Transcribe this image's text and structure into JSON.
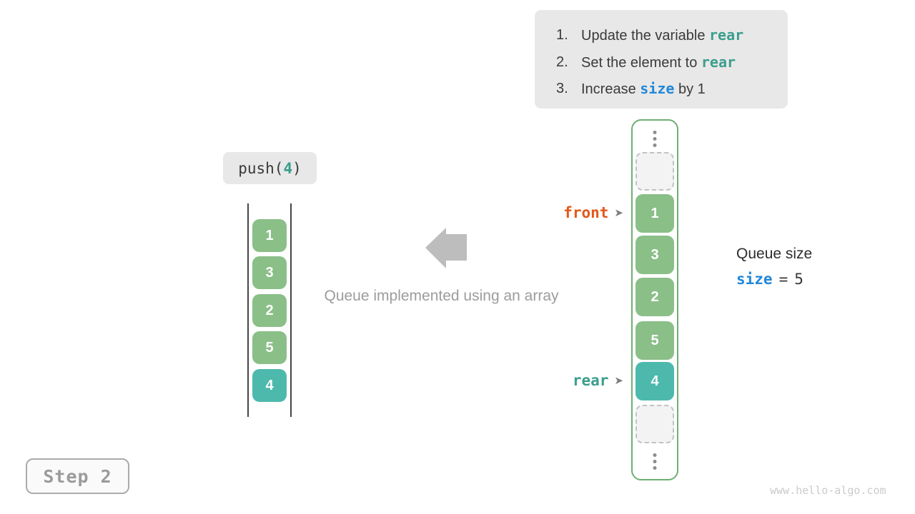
{
  "instructions": {
    "items": [
      {
        "num": "1.",
        "pre": "Update the variable ",
        "code": "rear",
        "post": "",
        "code_color": "teal"
      },
      {
        "num": "2.",
        "pre": "Set the element to ",
        "code": "rear",
        "post": "",
        "code_color": "teal"
      },
      {
        "num": "3.",
        "pre": "Increase ",
        "code": "size",
        "post": " by 1",
        "code_color": "blue"
      }
    ]
  },
  "operation": {
    "pre": "push(",
    "arg": "4",
    "post": ")"
  },
  "left_array": {
    "values": [
      "1",
      "3",
      "2",
      "5",
      "4"
    ],
    "highlight_index": 4
  },
  "caption": "Queue implemented using an array",
  "queue": {
    "cells": [
      {
        "type": "ellipsis"
      },
      {
        "type": "empty"
      },
      {
        "type": "value",
        "value": "1"
      },
      {
        "type": "value",
        "value": "3"
      },
      {
        "type": "value",
        "value": "2"
      },
      {
        "type": "value",
        "value": "5"
      },
      {
        "type": "value",
        "value": "4",
        "highlight": true
      },
      {
        "type": "empty"
      },
      {
        "type": "ellipsis"
      }
    ],
    "front_label": "front",
    "rear_label": "rear",
    "pointer_arrow": "➤"
  },
  "size_info": {
    "title": "Queue size",
    "var": "size",
    "eq": "=",
    "value": "5"
  },
  "step_label": "Step 2",
  "watermark": "www.hello-algo.com",
  "colors": {
    "box-gray": "#e8e8e8",
    "text-dark": "#3a3a3a",
    "code-teal": "#3a9e8c",
    "code-blue": "#2287d8",
    "front-orange": "#e3581b",
    "cell-green": "#8abf88",
    "cell-teal": "#4db9ad",
    "container-green": "#6fae73",
    "line-dark": "#454545",
    "arrow-gray": "#bdbdbd",
    "gray-muted": "#9c9c9c",
    "dashed-bg": "#f3f3f3",
    "dashed-border": "#c2c2c2",
    "dot-gray": "#8c8c8c",
    "pointer-gray": "#7e7e7e",
    "step-gray": "#9b9b9b",
    "step-border": "#ababab",
    "watermark-gray": "#cbcbcb"
  }
}
